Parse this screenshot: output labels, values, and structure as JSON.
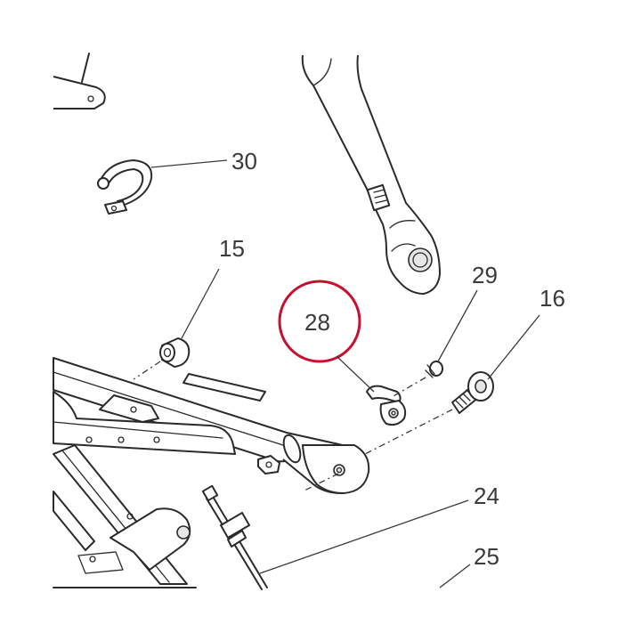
{
  "callouts": {
    "p30": "30",
    "p15": "15",
    "p28": "28",
    "p29": "29",
    "p16": "16",
    "p24": "24",
    "p25": "25"
  },
  "colors": {
    "highlight_circle": "#c8102e",
    "line": "#2b2b2b",
    "label_text": "#3a3a3a",
    "background": "#ffffff"
  }
}
